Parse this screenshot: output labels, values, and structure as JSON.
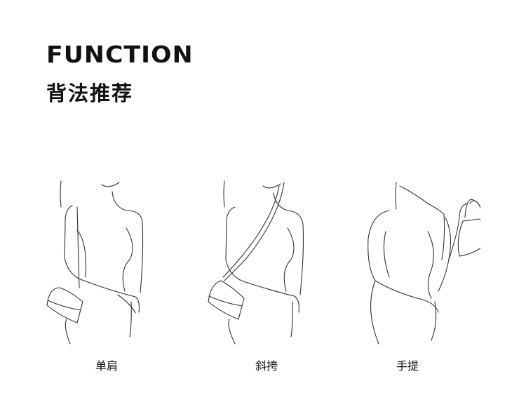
{
  "header": {
    "title": "FUNCTION",
    "subtitle": "背法推荐"
  },
  "styles": [
    {
      "label": "单肩",
      "icon": "shoulder-carry-illustration"
    },
    {
      "label": "斜挎",
      "icon": "crossbody-carry-illustration"
    },
    {
      "label": "手提",
      "icon": "handheld-carry-illustration"
    }
  ]
}
